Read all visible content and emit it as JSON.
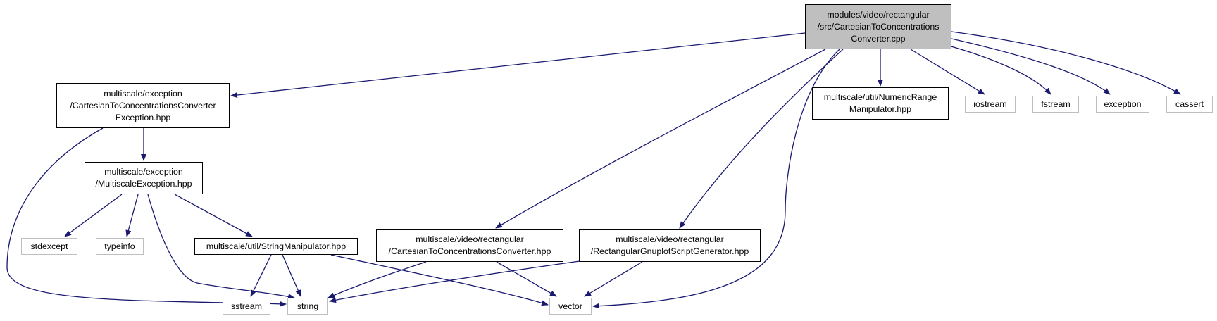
{
  "nodes": [
    {
      "id": "root",
      "kind": "root",
      "lines": [
        "modules/video/rectangular",
        "/src/CartesianToConcentrations",
        "Converter.cpp"
      ]
    },
    {
      "id": "ctc_exception",
      "kind": "local",
      "lines": [
        "multiscale/exception",
        "/CartesianToConcentrationsConverter",
        "Exception.hpp"
      ]
    },
    {
      "id": "multiscale_exception",
      "kind": "local",
      "lines": [
        "multiscale/exception",
        "/MultiscaleException.hpp"
      ]
    },
    {
      "id": "string_manipulator",
      "kind": "local",
      "lines": [
        "multiscale/util/StringManipulator.hpp"
      ]
    },
    {
      "id": "ctc_converter_hpp",
      "kind": "local",
      "lines": [
        "multiscale/video/rectangular",
        "/CartesianToConcentrationsConverter.hpp"
      ]
    },
    {
      "id": "gnuplot_generator",
      "kind": "local",
      "lines": [
        "multiscale/video/rectangular",
        "/RectangularGnuplotScriptGenerator.hpp"
      ]
    },
    {
      "id": "numeric_range",
      "kind": "local",
      "lines": [
        "multiscale/util/NumericRange",
        "Manipulator.hpp"
      ]
    },
    {
      "id": "iostream",
      "kind": "system",
      "lines": [
        "iostream"
      ]
    },
    {
      "id": "fstream",
      "kind": "system",
      "lines": [
        "fstream"
      ]
    },
    {
      "id": "exception",
      "kind": "system",
      "lines": [
        "exception"
      ]
    },
    {
      "id": "cassert",
      "kind": "system",
      "lines": [
        "cassert"
      ]
    },
    {
      "id": "stdexcept",
      "kind": "system",
      "lines": [
        "stdexcept"
      ]
    },
    {
      "id": "typeinfo",
      "kind": "system",
      "lines": [
        "typeinfo"
      ]
    },
    {
      "id": "sstream",
      "kind": "system",
      "lines": [
        "sstream"
      ]
    },
    {
      "id": "string",
      "kind": "system",
      "lines": [
        "string"
      ]
    },
    {
      "id": "vector",
      "kind": "system",
      "lines": [
        "vector"
      ]
    }
  ],
  "edges": [
    [
      "root",
      "ctc_exception"
    ],
    [
      "root",
      "ctc_converter_hpp"
    ],
    [
      "root",
      "gnuplot_generator"
    ],
    [
      "root",
      "vector"
    ],
    [
      "root",
      "numeric_range"
    ],
    [
      "root",
      "iostream"
    ],
    [
      "root",
      "fstream"
    ],
    [
      "root",
      "exception"
    ],
    [
      "root",
      "cassert"
    ],
    [
      "ctc_exception",
      "multiscale_exception"
    ],
    [
      "ctc_exception",
      "string"
    ],
    [
      "multiscale_exception",
      "stdexcept"
    ],
    [
      "multiscale_exception",
      "typeinfo"
    ],
    [
      "multiscale_exception",
      "string"
    ],
    [
      "multiscale_exception",
      "string_manipulator"
    ],
    [
      "string_manipulator",
      "sstream"
    ],
    [
      "string_manipulator",
      "string"
    ],
    [
      "string_manipulator",
      "vector"
    ],
    [
      "ctc_converter_hpp",
      "string"
    ],
    [
      "ctc_converter_hpp",
      "vector"
    ],
    [
      "gnuplot_generator",
      "string"
    ],
    [
      "gnuplot_generator",
      "vector"
    ]
  ],
  "colors": {
    "edge": "#191970",
    "root_fill": "#bfbfbf",
    "system_border": "#bfbfbf",
    "local_border": "#000000"
  }
}
